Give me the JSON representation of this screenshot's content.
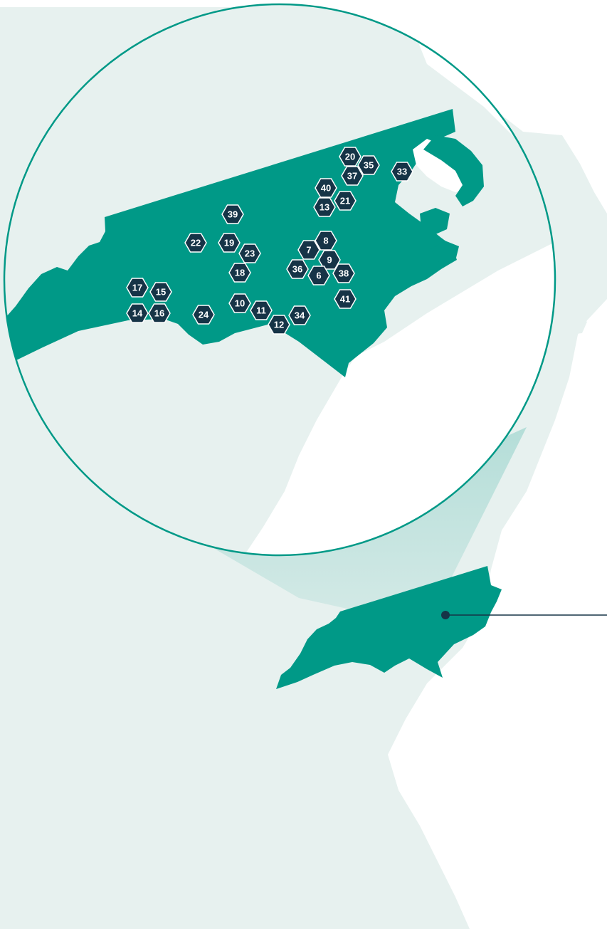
{
  "colors": {
    "land": "#e7f1ef",
    "state": "#009987",
    "state_light": "#35aa98",
    "lens_ring": "#009987",
    "lens_fill": "#ffffff",
    "marker": "#163447",
    "marker_border": "#ffffff",
    "marker_text": "#ffffff",
    "pointer": "#163447"
  },
  "map": {
    "region": "North Carolina",
    "icons": {
      "marker": "hexagon-marker-icon",
      "pointer": "location-dot-icon"
    },
    "markers": [
      {
        "label": "20"
      },
      {
        "label": "35"
      },
      {
        "label": "37"
      },
      {
        "label": "33"
      },
      {
        "label": "40"
      },
      {
        "label": "21"
      },
      {
        "label": "13"
      },
      {
        "label": "39"
      },
      {
        "label": "22"
      },
      {
        "label": "19"
      },
      {
        "label": "23"
      },
      {
        "label": "8"
      },
      {
        "label": "7"
      },
      {
        "label": "9"
      },
      {
        "label": "36"
      },
      {
        "label": "6"
      },
      {
        "label": "38"
      },
      {
        "label": "18"
      },
      {
        "label": "17"
      },
      {
        "label": "15"
      },
      {
        "label": "41"
      },
      {
        "label": "10"
      },
      {
        "label": "11"
      },
      {
        "label": "34"
      },
      {
        "label": "14"
      },
      {
        "label": "16"
      },
      {
        "label": "24"
      },
      {
        "label": "12"
      }
    ]
  }
}
